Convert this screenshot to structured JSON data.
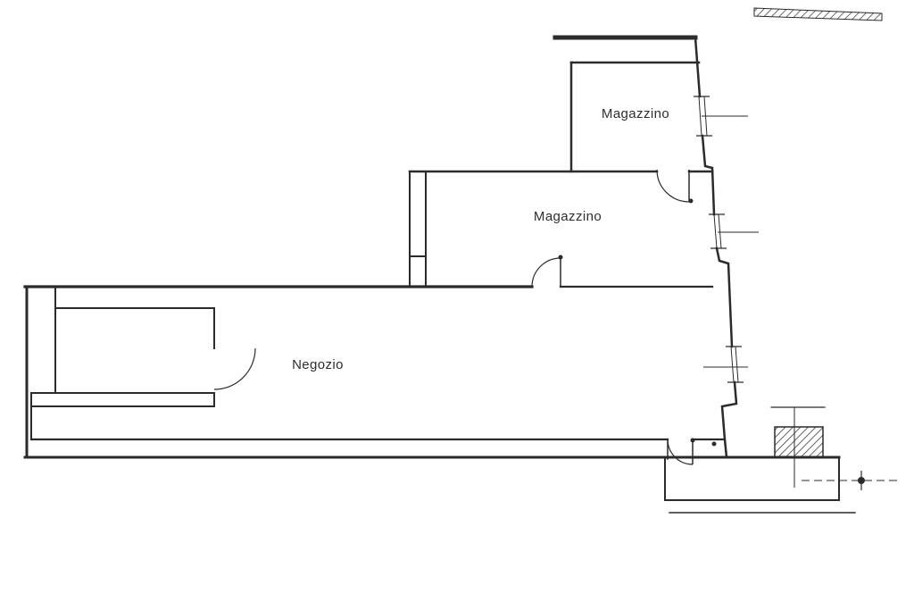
{
  "document": {
    "kind": "scanned architectural floor plan",
    "background_color": "#ffffff",
    "ink_color": "#2b2b2b"
  },
  "floorplan": {
    "rooms": [
      {
        "label": "Magazzino",
        "location": "upper right room"
      },
      {
        "label": "Magazzino",
        "location": "central storage room"
      },
      {
        "label": "Negozio",
        "location": "main shop room, left"
      }
    ]
  }
}
